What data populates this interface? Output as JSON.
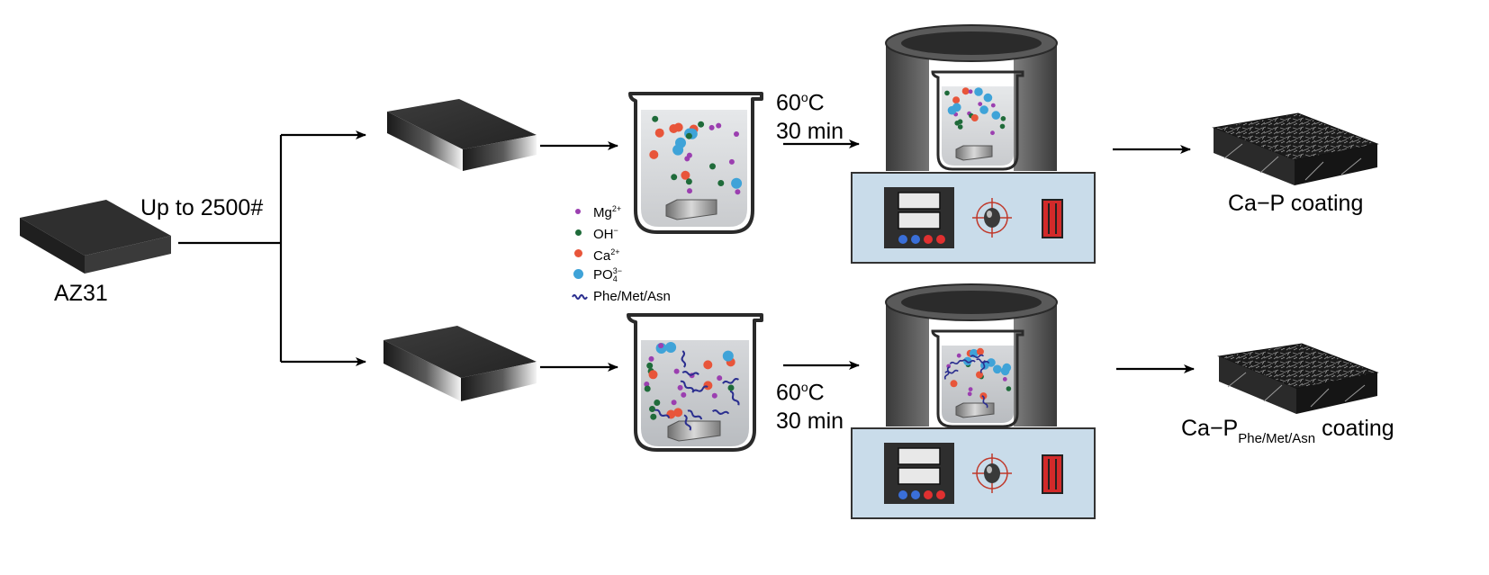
{
  "labels": {
    "substrate": "AZ31",
    "polish": "Up to 2500#",
    "product_top": "Ca−P coating",
    "product_bottom_prefix": "Ca−P",
    "product_bottom_sub": "Phe/Met/Asn",
    "product_bottom_suffix": "coating"
  },
  "conditions": {
    "top": {
      "temp": "60",
      "temp_unit": "C",
      "time": "30 min"
    },
    "bottom": {
      "temp": "60",
      "temp_unit": "C",
      "time": "30 min"
    }
  },
  "legend": [
    {
      "base": "Mg",
      "sup": "2+",
      "sub": "",
      "color": "#9b3fb0",
      "kind": "dot-small"
    },
    {
      "base": "OH",
      "sup": "−",
      "sub": "",
      "color": "#1f6b3a",
      "kind": "dot-small"
    },
    {
      "base": "Ca",
      "sup": "2+",
      "sub": "",
      "color": "#e8553a",
      "kind": "dot-medium"
    },
    {
      "base": "PO",
      "sup": "3−",
      "sub": "4",
      "color": "#3fa3d8",
      "kind": "dot-large"
    },
    {
      "base": "Phe/Met/Asn",
      "sup": "",
      "sub": "",
      "color": "#2b2f8f",
      "kind": "wave"
    }
  ],
  "colors": {
    "heater_body": "#c9dcea",
    "panel_dark": "#2e2e2e",
    "liquid_top": "#e3e5e8",
    "liquid_bottom": "#c8cace",
    "switch_red": "#d22a2a",
    "knob_ring": "#c0392b"
  }
}
